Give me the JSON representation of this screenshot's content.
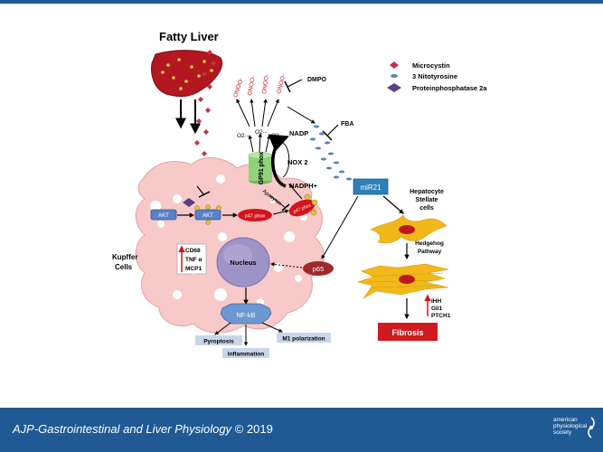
{
  "diagram": {
    "title": "Fatty Liver",
    "legend": [
      {
        "label": "Microcystin",
        "color": "#c0334a"
      },
      {
        "label": "3 Nitotyrosine",
        "color": "#5b82b8"
      },
      {
        "label": "Proteinphosphatase 2a",
        "color": "#5a3f86"
      }
    ],
    "labels": {
      "dmpo": "DMPO",
      "fba": "FBA",
      "nadp": "NADP",
      "nadph": "NADPH+",
      "nox2": "NOX 2",
      "gp91": "GP91 phox",
      "apocynin": "Apocynin",
      "p47_left": "p47 phox",
      "p47_right": "p47 phox",
      "akt_left": "AKT",
      "akt_right": "AKT",
      "mir21": "miR21",
      "nucleus": "Nucleus",
      "p65": "p65",
      "nfkb": "NF-kB",
      "pyroptosis": "Pyroptosis",
      "inflammation": "Inflammation",
      "m1": "M1 polarization",
      "kupffer": [
        "Kupffer",
        "Cells"
      ],
      "hepatocyte": [
        "Hepatocyte",
        "Stellate",
        "cells"
      ],
      "hedgehog": [
        "Hedgehog",
        "Pathway"
      ],
      "fibrosis": "Fibrosis",
      "markers_left": [
        "CD68",
        "TNF α",
        "MCP1"
      ],
      "markers_right": [
        "IHH",
        "Gli1",
        "PTCH1"
      ],
      "onoo": "ONOO-",
      "o2": "O2·-"
    },
    "colors": {
      "liver": "#b3171f",
      "kupffer": "#f7c9c9",
      "mir21": "#2e7fb8",
      "fibrosis": "#cf1a1f",
      "stellate": "#f2b81a",
      "p47": "#d3141c",
      "gp91": "#8fd27b",
      "nfkb": "#6c98cf"
    }
  },
  "footer": {
    "journal": "AJP-Gastrointestinal and Liver Physiology",
    "copyright": "© 2019",
    "society": [
      "american",
      "physiological",
      "society"
    ]
  }
}
